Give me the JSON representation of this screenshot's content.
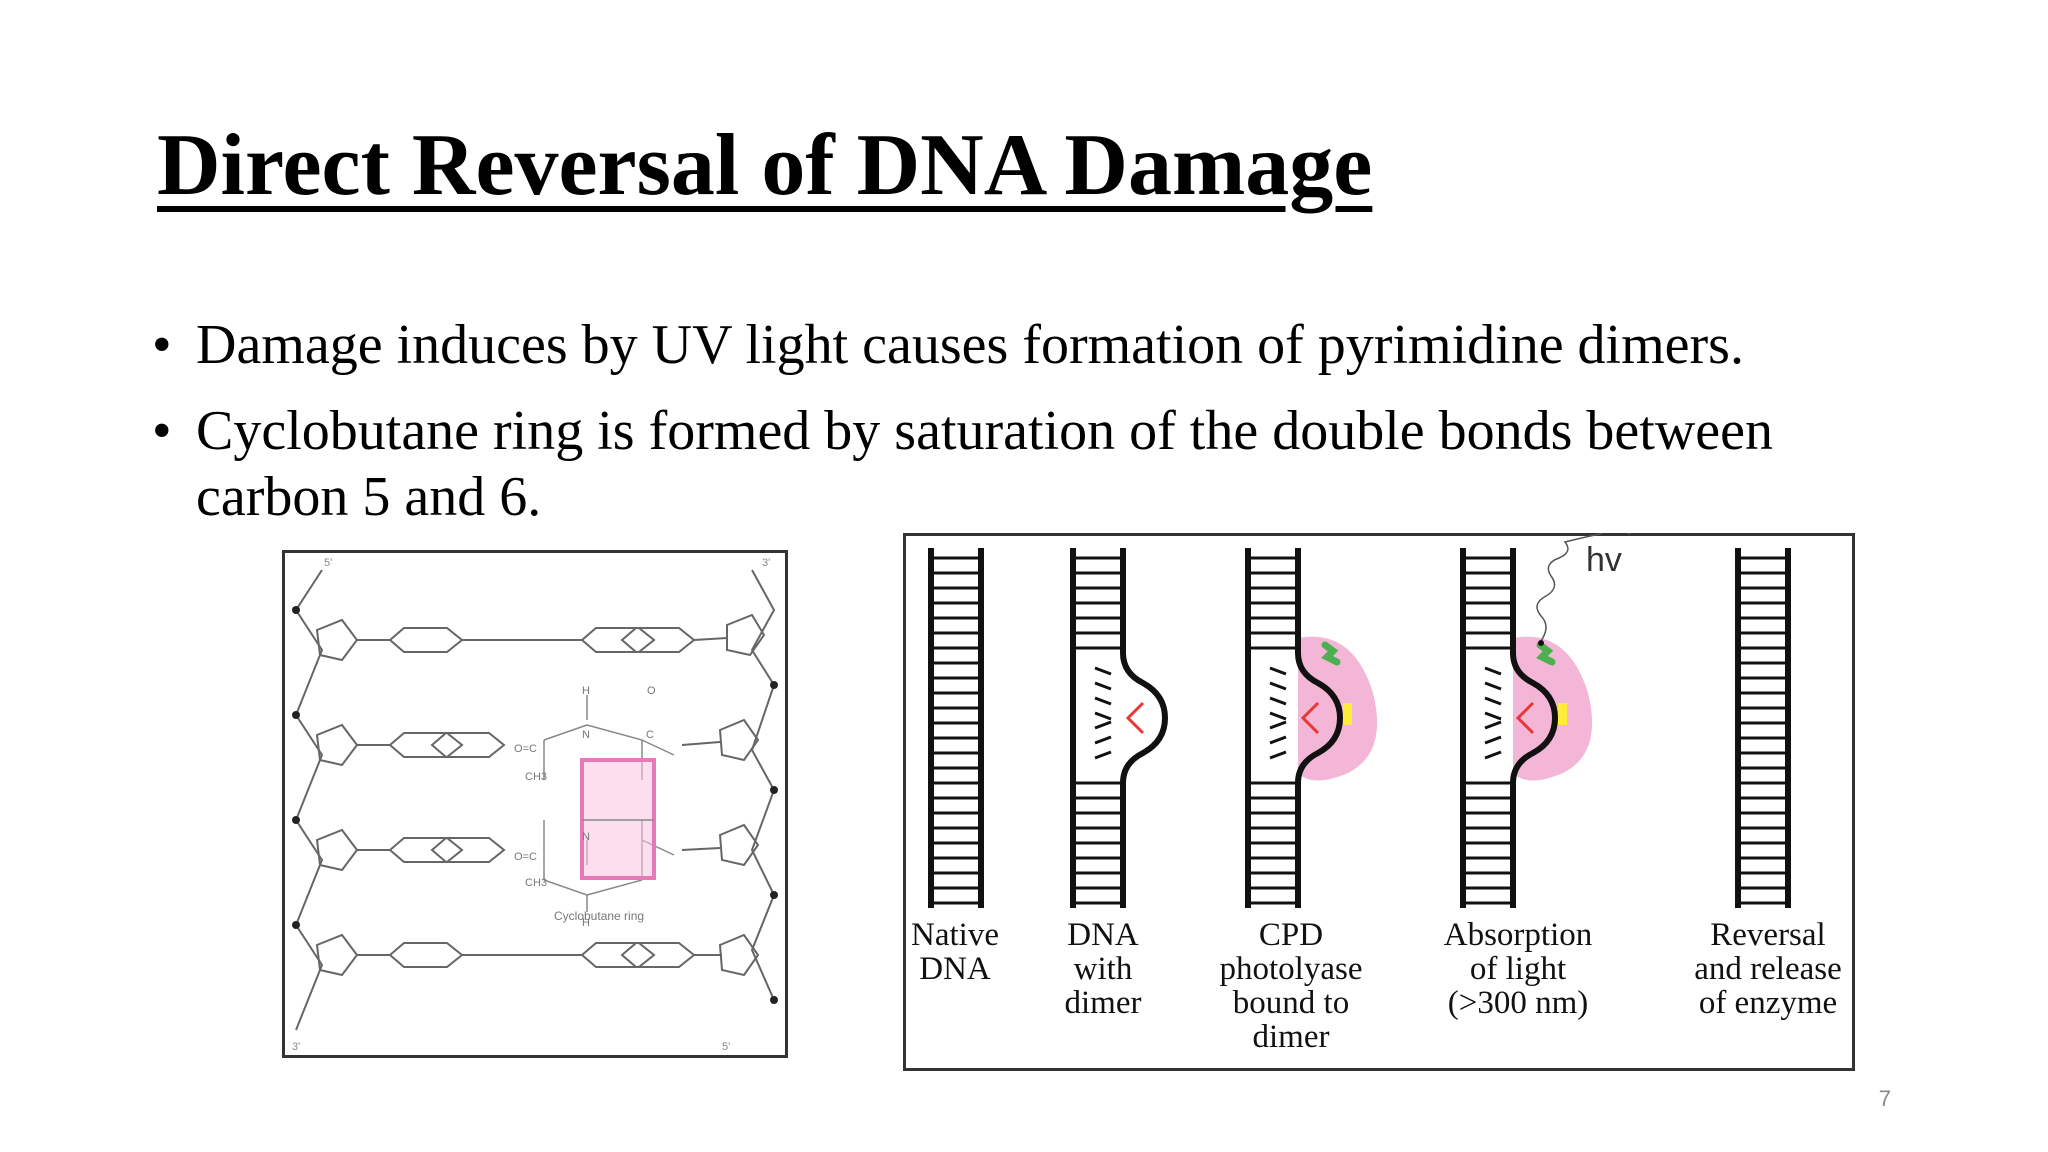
{
  "slide": {
    "title": "Direct Reversal of DNA Damage",
    "bullets": [
      "Damage induces by UV light causes formation of pyrimidine dimers.",
      "Cyclobutane ring is formed by saturation of the double bonds between carbon 5 and 6."
    ],
    "page_number": "7"
  },
  "structure_figure": {
    "strand_labels": [
      "5'",
      "3'",
      "3'",
      "5'"
    ],
    "ring_label": "Cyclobutane ring",
    "atoms": [
      "H",
      "O",
      "N",
      "C",
      "O=C",
      "CH3"
    ],
    "ring_color": "#e879b9"
  },
  "mechanism_figure": {
    "light_label": "hv",
    "stages": [
      {
        "line1": "Native",
        "line2": "DNA",
        "line3": "",
        "line4": ""
      },
      {
        "line1": "DNA",
        "line2": "with",
        "line3": "dimer",
        "line4": ""
      },
      {
        "line1": "CPD",
        "line2": "photolyase",
        "line3": "bound to",
        "line4": "dimer"
      },
      {
        "line1": "Absorption",
        "line2": "of light",
        "line3": "(>300 nm)",
        "line4": ""
      },
      {
        "line1": "Reversal",
        "line2": "and release",
        "line3": "of enzyme",
        "line4": ""
      }
    ],
    "colors": {
      "enzyme": "#f4b6d6",
      "dimer": "#e53935",
      "cofactor_green": "#4caf50",
      "cofactor_yellow": "#ffeb3b"
    }
  }
}
